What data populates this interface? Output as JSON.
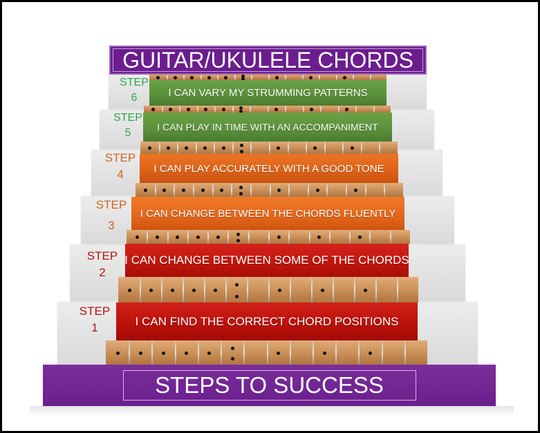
{
  "title": "GUITAR/UKULELE CHORDS",
  "base_label": "STEPS TO SUCCESS",
  "colors": {
    "title_bg": "#6b1d8e",
    "base_bg": "#6a1f8c",
    "red": "#c0140c",
    "orange": "#e0661a",
    "green": "#5a8f3a",
    "step_red_text": "#c0140c",
    "step_orange_text": "#d0621c",
    "step_green_text": "#2aa54a"
  },
  "steps": [
    {
      "word": "STEP",
      "number": "1",
      "text": "I CAN FIND THE CORRECT CHORD POSITIONS"
    },
    {
      "word": "STEP",
      "number": "2",
      "text": "I CAN CHANGE BETWEEN SOME OF THE CHORDS"
    },
    {
      "word": "STEP",
      "number": "3",
      "text": "I CAN CHANGE BETWEEN THE CHORDS FLUENTLY"
    },
    {
      "word": "STEP",
      "number": "4",
      "text": "I CAN PLAY ACCURATELY WITH A GOOD TONE"
    },
    {
      "word": "STEP",
      "number": "5",
      "text": "I CAN PLAY IN TIME WITH AN ACCOMPANIMENT"
    },
    {
      "word": "STEP",
      "number": "6",
      "text": "I CAN VARY MY STRUMMING PATTERNS"
    }
  ]
}
